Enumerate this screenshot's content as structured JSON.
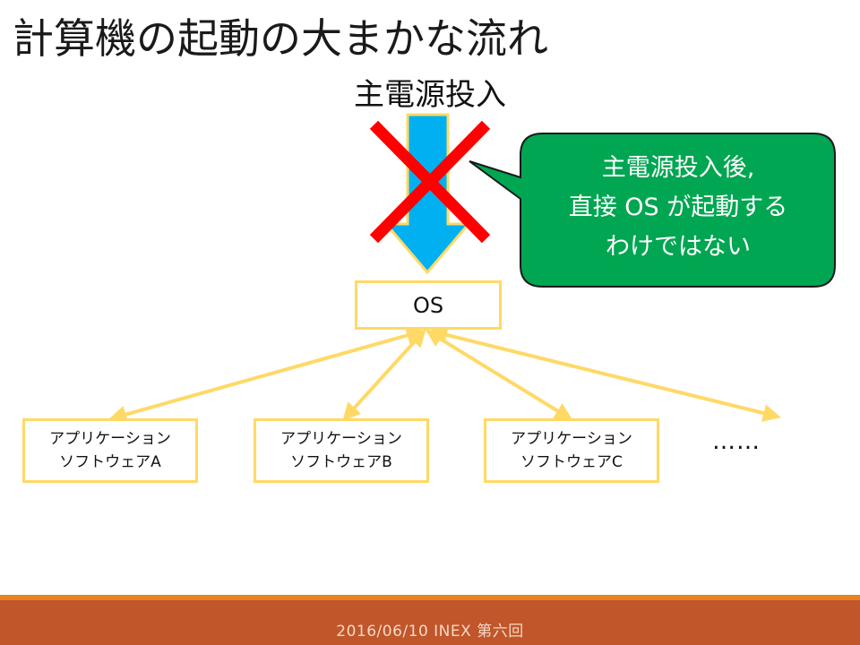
{
  "slide": {
    "title": "計算機の起動の大まかな流れ",
    "power_label": "主電源投入",
    "callout": {
      "line1": "主電源投入後,",
      "line2": "直接 OS が起動する",
      "line3": "わけではない"
    },
    "os_label": "OS",
    "apps": [
      {
        "line1": "アプリケーション",
        "line2": "ソフトウェアA"
      },
      {
        "line1": "アプリケーション",
        "line2": "ソフトウェアB"
      },
      {
        "line1": "アプリケーション",
        "line2": "ソフトウェアC"
      }
    ],
    "ellipsis": "……",
    "footer": "2016/06/10 INEX 第六回"
  },
  "colors": {
    "arrow_blue": "#00b0f0",
    "cross_red": "#ff0000",
    "callout_green": "#00a651",
    "box_border": "#ffd966",
    "footer_bg": "#c0562a",
    "footer_stripe": "#e8821e"
  }
}
